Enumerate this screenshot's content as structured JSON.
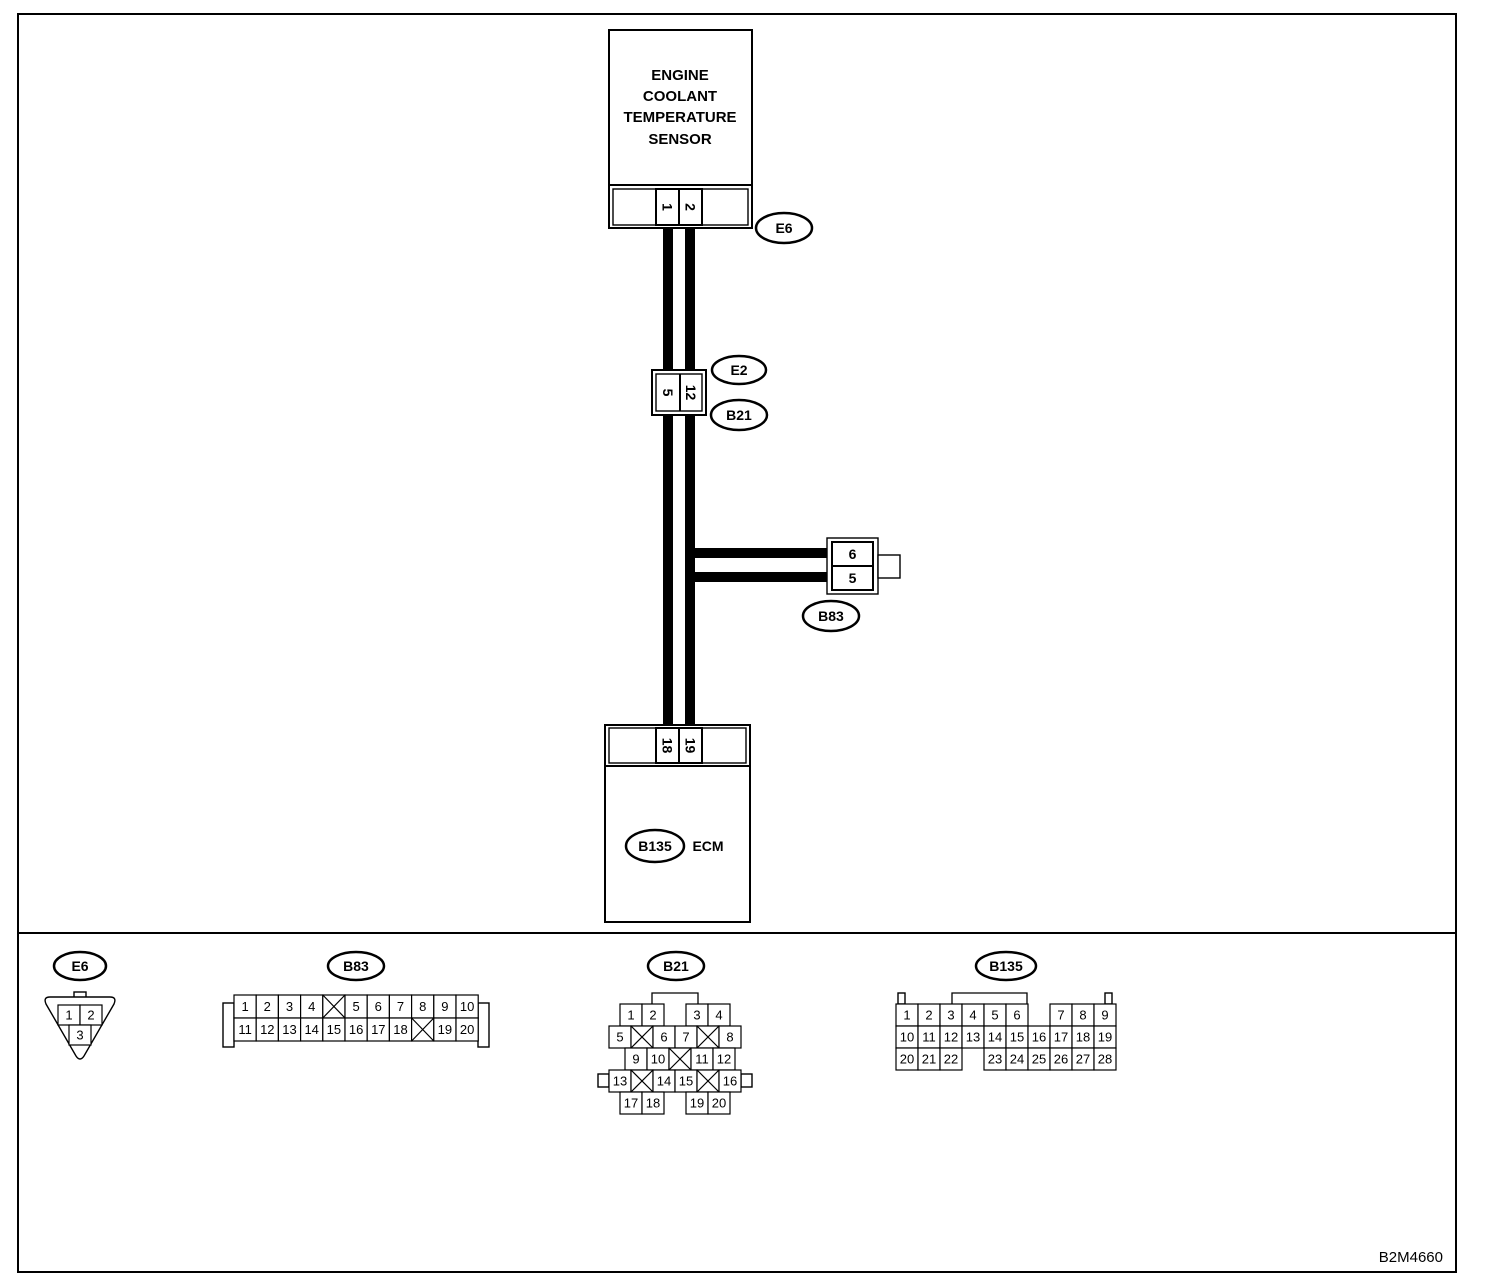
{
  "diagram": {
    "sensor": {
      "title_lines": [
        "ENGINE",
        "COOLANT",
        "TEMPERATURE",
        "SENSOR"
      ],
      "connector_id": "E6",
      "pins": [
        "1",
        "2"
      ]
    },
    "joint_connector": {
      "ids": [
        "E2",
        "B21"
      ],
      "pins": [
        "5",
        "12"
      ]
    },
    "branch_connector": {
      "id": "B83",
      "pins": [
        "6",
        "5"
      ]
    },
    "ecm": {
      "connector_id": "B135",
      "name": "ECM",
      "pins": [
        "18",
        "19"
      ]
    },
    "figure_code": "B2M4660"
  },
  "connector_views": {
    "e6": {
      "id": "E6",
      "rows": [
        [
          "1",
          "2"
        ],
        [
          "3"
        ]
      ]
    },
    "b83": {
      "id": "B83",
      "rows": [
        [
          "1",
          "2",
          "3",
          "4",
          null,
          "5",
          "6",
          "7",
          "8",
          "9",
          "10"
        ],
        [
          "11",
          "12",
          "13",
          "14",
          "15",
          "16",
          "17",
          "18",
          null,
          "19",
          "20"
        ]
      ]
    },
    "b21": {
      "id": "B21",
      "rows": [
        [
          "1",
          "2",
          "3",
          "4"
        ],
        [
          "5",
          null,
          "6",
          "7",
          null,
          "8"
        ],
        [
          "9",
          "10",
          null,
          "11",
          "12"
        ],
        [
          "13",
          null,
          "14",
          "15",
          null,
          "16"
        ],
        [
          "17",
          "18",
          "19",
          "20"
        ]
      ]
    },
    "b135": {
      "id": "B135",
      "rows": [
        [
          "1",
          "2",
          "3",
          "4",
          "5",
          "6",
          "7",
          "8",
          "9"
        ],
        [
          "10",
          "11",
          "12",
          "13",
          "14",
          "15",
          "16",
          "17",
          "18",
          "19"
        ],
        [
          "20",
          "21",
          "22",
          "23",
          "24",
          "25",
          "26",
          "27",
          "28"
        ]
      ]
    }
  },
  "colors": {
    "ink": "#000000",
    "paper": "#ffffff"
  }
}
